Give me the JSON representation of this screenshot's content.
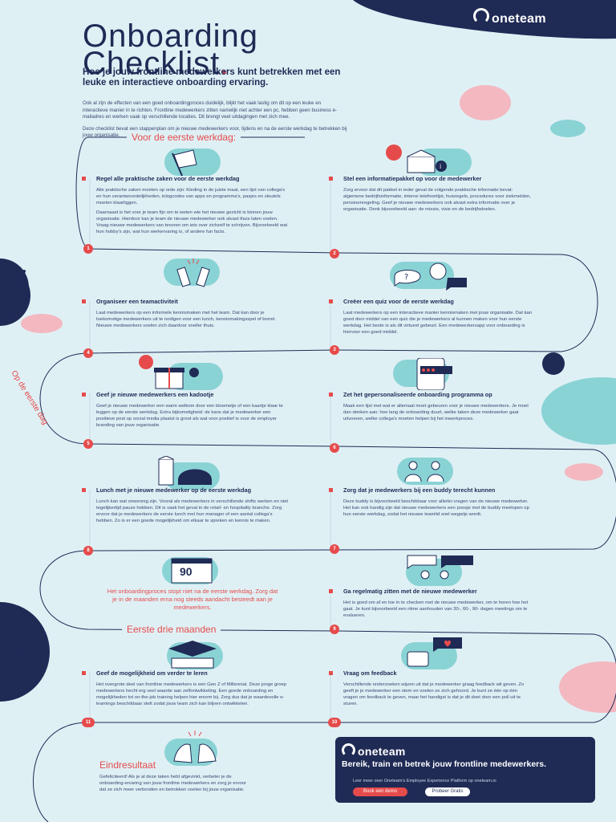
{
  "brand": "oneteam",
  "title_line1": "Onboarding",
  "title_line2": "Checklist",
  "title_dot": ".",
  "subtitle": "Hoe je jouw frontline medewerkers kunt betrekken met een leuke en interactieve onboarding ervaring.",
  "intro": [
    "Ook al zijn de effecten van een goed onboardingproces duidelijk, blijkt het vaak lastig om dit op een leuke en interactieve manier in te richten. Frontline medewerkers zitten namelijk niet achter een pc, hebben geen business e-mailadres en werken vaak op verschillende locaties. Dit brengt veel uitdagingen met zich mee.",
    "Deze checklist bevat een stappenplan om je nieuwe medewerkers voor, tijdens en na de eerste werkdag te betrekken bij jouw organisatie."
  ],
  "sections": {
    "before": "Voor de eerste werkdag:",
    "on_day": "Op de eerste dag",
    "three_months": "Eerste drie maanden",
    "result": "Eindresultaat"
  },
  "steps": [
    {
      "num": "1",
      "title": "Regel alle praktische zaken voor de eerste werkdag",
      "body": [
        "Alle praktische zaken moeten op orde zijn: Kleding in de juiste maat, een lijst van collega's en hun verantwoordelijkheden, inlogcodes van apps en programma's, pasjes en sleutels moeten klaarliggen.",
        "Daarnaast is het voor je team fijn om te weten wie het nieuwe gezicht is binnen jouw organisatie. Hierdoor kan je team de nieuwe medewerker ook alvast thuis laten voelen. Vraag nieuwe medewerkers van tevoren om iets over zichzelf te schrijven. Bijvoorbeeld wat hun hobby's zijn, wat hun werkervaring is, of andere fun facts."
      ]
    },
    {
      "num": "2",
      "title": "Stel een informatiepakket op voor de medewerker",
      "body": [
        "Zorg ervoor dat dit pakket in ieder geval de volgende praktische informatie bevat: algemene bedrijfsinformatie, interne telefoonlijst, huisregels, procedures voor ziekmelden, pensioenregeling. Geef je nieuwe medewerkers ook alvast extra informatie over je organisatie. Denk bijvoorbeeld aan: de missie, visie en de bedrijfsdoelen."
      ]
    },
    {
      "num": "3",
      "title": "Creëer een quiz voor de eerste werkdag",
      "body": [
        "Laat medewerkers op een interactieve manier kennismaken met jouw organisatie. Dat kan goed door middel van een quiz die je medewerkers al kunnen maken voor hun eerste werkdag. Het beste is als dit virtueel gebeurt. Een medewerkersapp voor onboarding is hiervoor een goed middel."
      ]
    },
    {
      "num": "4",
      "title": "Organiseer een teamactiviteit",
      "body": [
        "Laat medewerkers op een informele kennismaken met het team. Dat kan door je toekomstige medewerkers uit te nodigen voor een lunch, kennismakingsspel of borrel. Nieuwe medewerkers voelen zich daardoor sneller thuis."
      ]
    },
    {
      "num": "5",
      "title": "Geef je nieuwe medewerkers een kadootje",
      "body": [
        "Geef je nieuwe medewerker een warm welkom door een bloemetje of een kaartje klaar te leggen op de eerste werkdag. Extra bijkomstigheid: de kans dat je medewerker een positieve post op social media plaatst is groot als wat voor positief is voor de employer branding van jouw organisatie."
      ]
    },
    {
      "num": "6",
      "title": "Zet het gepersonaliseerde onboarding programma op",
      "body": [
        "Maak een lijst met wat er allemaal moet gebeuren voor je nieuwe medewerkers. Je moet dan denken aan: hoe lang de onboarding duurt, welke taken deze medewerker gaat uitvoeren, welke collega's moeten helpen bij het inwerkproces."
      ]
    },
    {
      "num": "7",
      "title": "Zorg dat je medewerkers bij een buddy terecht kunnen",
      "body": [
        "Deze buddy is bijvoorbeeld beschikbaar voor allerlei vragen van de nieuwe medewerker. Het kan ook handig zijn dat nieuwe medewerkers een poosje met de buddy meelopen op hun eerste werkdag, zodat het nieuwe teamlid snel wegwijs wordt."
      ]
    },
    {
      "num": "8",
      "title": "Lunch met je nieuwe medewerker op de eerste werkdag",
      "body": [
        "Lunch kan wat onwennig zijn. Vooral als medewerkers in verschillende shifts werken en niet tegelijkertijd pauze hebben. Dit is vaak het geval in de retail- en hospitality branche. Zorg ervoor dat je medewerkers de eerste lunch met hun manager of een aantal collega's hebben. Zo is er een goede mogelijkheid om elkaar te spreken en kennis te maken."
      ]
    },
    {
      "num": "9",
      "title": "Ga regelmatig zitten met de nieuwe medewerker",
      "body": [
        "Het is goed om af en toe in te checken met de nieuwe medewerker, om te horen hoe het gaat. Je kunt bijvoorbeeld een ritme aanhouden van 30-, 60-, 90- dagen meetings om te evalueren."
      ]
    },
    {
      "num": "10",
      "title": "Vraag om feedback",
      "body": [
        "Verschillende onderzoeken wijzen uit dat je medewerker graag feedback wil geven. Zo geeft je je medewerker een stem en voelen ze zich gehoord. Je kunt ze één op één vragen om feedback te geven, maar het handigst is dat je dit doet door een poll uit te sturen."
      ]
    },
    {
      "num": "11",
      "title": "Geef de mogelijkheid om verder te leren",
      "body": [
        "Het overgrote deel van frontline medewerkers is een Gen Z of Millennial. Deze jonge groep medewerkers hecht erg veel waarde aan zelfontwikkeling. Een goede onboarding en mogelijkheden tot on-the-job training helpen hier enorm bij. Zorg dus dat je waardevolle e-learnings beschikbaar stelt zodat jouw team zich kan blijven ontwikkelen."
      ]
    }
  ],
  "note": "Het onboardingproces stopt niet na de eerste werkdag. Zorg dat je in de maanden erna nog steeds aandacht besteedt aan je medewerkers.",
  "calendar_value": "90",
  "result_text": "Gefeliciteerd! Als je al deze taken hebt afgevinkt, verbeter je de onboarding-ervaring van jouw frontline medewerkers en zorg je ervoor dat ze zich meer verbonden en betrokken voelen bij jouw organisatie.",
  "cta": {
    "brand": "oneteam",
    "headline": "Bereik, train en betrek jouw frontline medewerkers.",
    "sub": "Leer meer over Oneteam's Employee Experience Platform op oneteam.io",
    "btn_demo": "Book een demo",
    "btn_trial": "Probeer Gratis"
  },
  "colors": {
    "navy": "#1f2a55",
    "red": "#e64b4b",
    "teal": "#8ad3d5",
    "pink": "#f4b8c0",
    "bg": "#dff0f5"
  }
}
